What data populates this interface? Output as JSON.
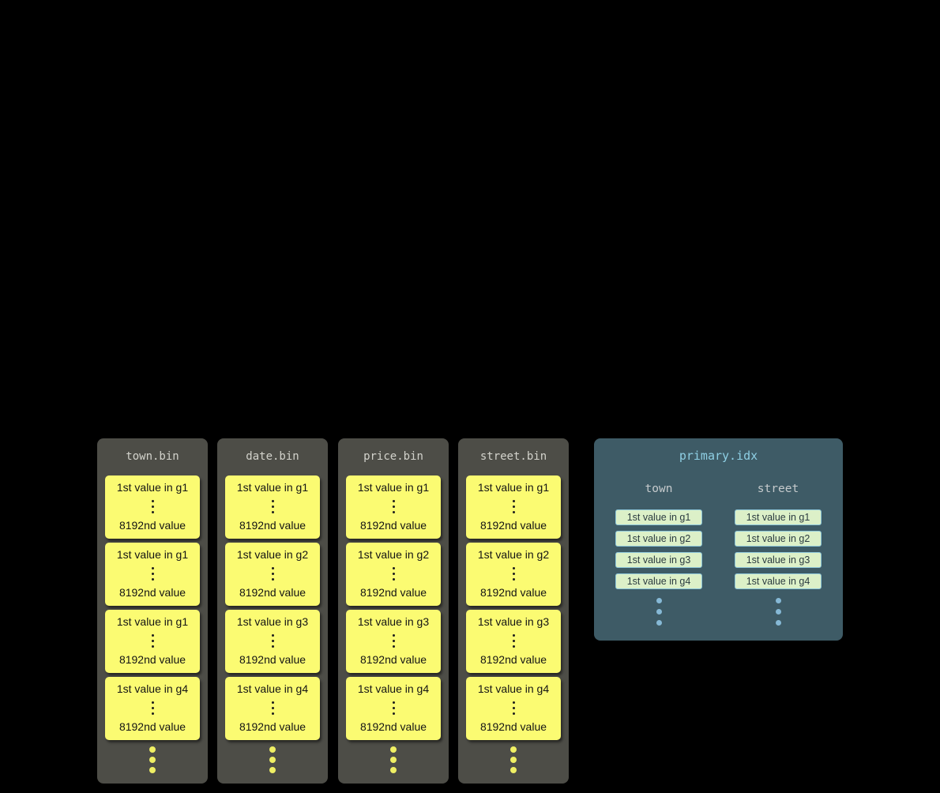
{
  "bin_files": [
    {
      "title": "town.bin",
      "granules": [
        {
          "first": "1st value in g1",
          "last": "8192nd value"
        },
        {
          "first": "1st value in g1",
          "last": "8192nd value"
        },
        {
          "first": "1st value in g1",
          "last": "8192nd value"
        },
        {
          "first": "1st value in g4",
          "last": "8192nd value"
        }
      ]
    },
    {
      "title": "date.bin",
      "granules": [
        {
          "first": "1st value in g1",
          "last": "8192nd value"
        },
        {
          "first": "1st value in g2",
          "last": "8192nd value"
        },
        {
          "first": "1st value in g3",
          "last": "8192nd value"
        },
        {
          "first": "1st value in g4",
          "last": "8192nd value"
        }
      ]
    },
    {
      "title": "price.bin",
      "granules": [
        {
          "first": "1st value in g1",
          "last": "8192nd value"
        },
        {
          "first": "1st value in g2",
          "last": "8192nd value"
        },
        {
          "first": "1st value in g3",
          "last": "8192nd value"
        },
        {
          "first": "1st value in g4",
          "last": "8192nd value"
        }
      ]
    },
    {
      "title": "street.bin",
      "granules": [
        {
          "first": "1st value in g1",
          "last": "8192nd value"
        },
        {
          "first": "1st value in g2",
          "last": "8192nd value"
        },
        {
          "first": "1st value in g3",
          "last": "8192nd value"
        },
        {
          "first": "1st value in g4",
          "last": "8192nd value"
        }
      ]
    }
  ],
  "primary_index": {
    "title": "primary.idx",
    "columns": [
      {
        "header": "town",
        "entries": [
          "1st value in g1",
          "1st value in g2",
          "1st value in g3",
          "1st value in g4"
        ]
      },
      {
        "header": "street",
        "entries": [
          "1st value in g1",
          "1st value in g2",
          "1st value in g3",
          "1st value in g4"
        ]
      }
    ]
  },
  "colors": {
    "background": "#000000",
    "bin_container": "#4d4d47",
    "granule_fill": "#fbfb72",
    "index_container": "#3e5b66",
    "index_title_text": "#8ecfe4",
    "index_entry_fill": "#dcf0c8",
    "index_entry_border": "#8ec7da",
    "ellipsis_yellow": "#efef64",
    "ellipsis_blue": "#86b9d6"
  }
}
